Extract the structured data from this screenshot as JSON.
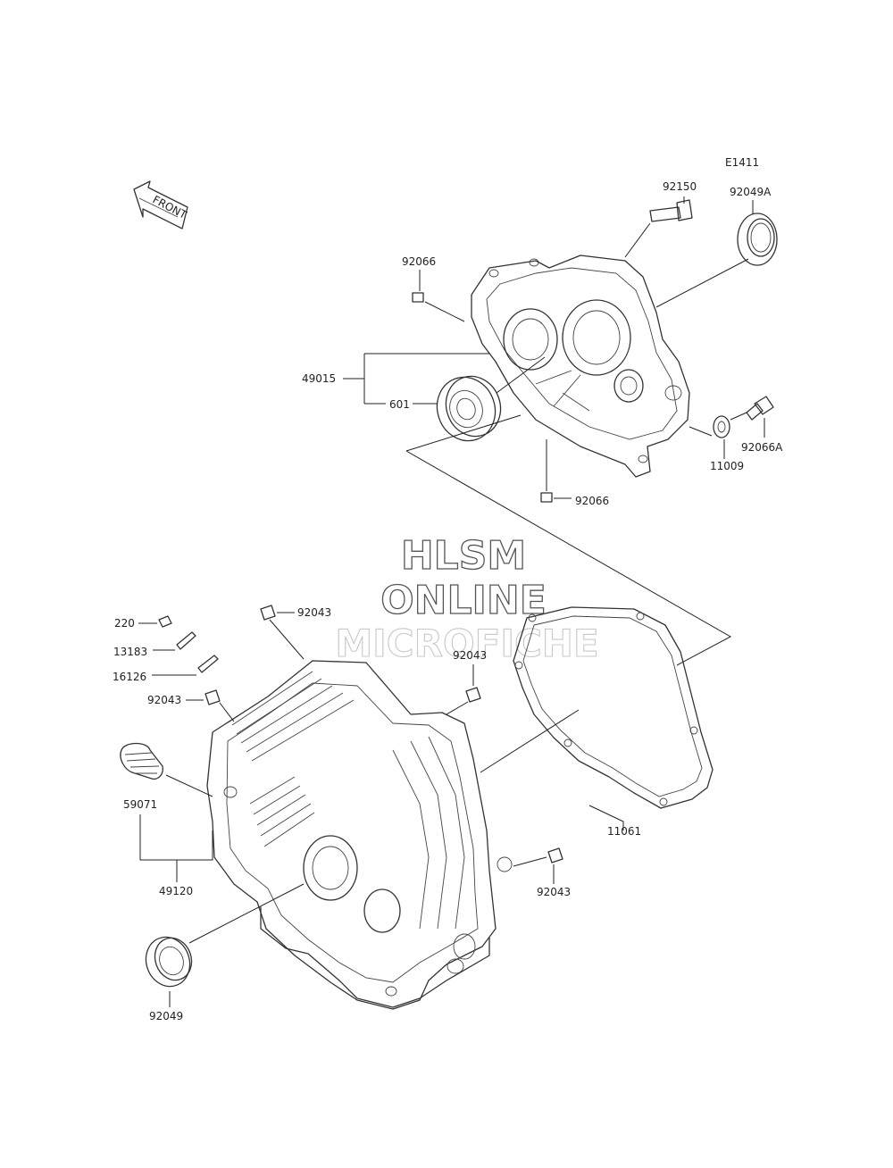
{
  "diagram_code": "E1411",
  "front_arrow": {
    "label": "FRONT"
  },
  "watermark": {
    "line1": "HLSM",
    "line2": "ONLINE",
    "line3": "MICROFICHE"
  },
  "callouts": {
    "c92150": "92150",
    "c92049A": "92049A",
    "c92066_top": "92066",
    "c49015": "49015",
    "c601": "601",
    "c11009": "11009",
    "c92066A": "92066A",
    "c92066_bottom": "92066",
    "c220": "220",
    "c13183": "13183",
    "c16126": "16126",
    "c92043_a": "92043",
    "c92043_b": "92043",
    "c92043_c": "92043",
    "c92043_d": "92043",
    "c59071": "59071",
    "c49120": "49120",
    "c11061": "11061",
    "c92049": "92049"
  }
}
